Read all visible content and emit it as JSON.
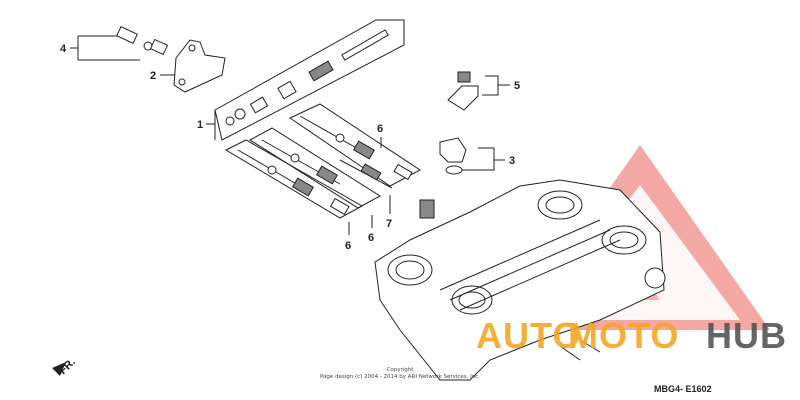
{
  "callouts": [
    {
      "id": "c4",
      "text": "4"
    },
    {
      "id": "c2",
      "text": "2"
    },
    {
      "id": "c1",
      "text": "1"
    },
    {
      "id": "c5",
      "text": "5"
    },
    {
      "id": "c3",
      "text": "3"
    },
    {
      "id": "c6a",
      "text": "6"
    },
    {
      "id": "c7",
      "text": "7"
    },
    {
      "id": "c6b",
      "text": "6"
    },
    {
      "id": "c6c",
      "text": "6"
    }
  ],
  "direction_label": "FR.",
  "copyright_lines": [
    "Copyright",
    "Page design (c) 2004 - 2014 by ARI Network Services, Inc."
  ],
  "diagram_code": "MBG4- E1602",
  "watermark": {
    "part1": "AUTO",
    "part2": "MOTO",
    "part3": "HUB",
    "color_auto": "#f5a623",
    "color_moto": "#f5a623",
    "color_hub": "#555555",
    "triangle_color": "#e8463c"
  }
}
